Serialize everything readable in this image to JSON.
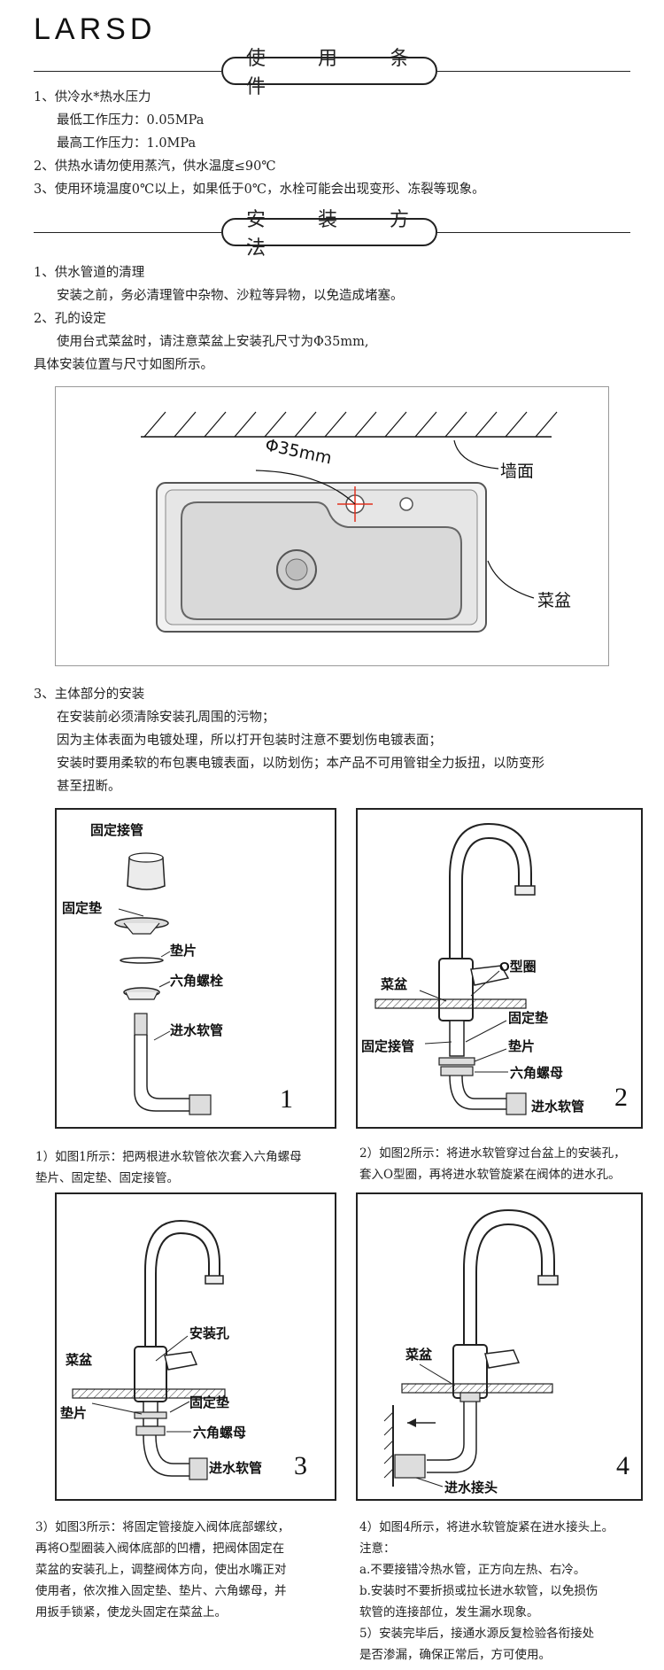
{
  "brand": "LARSD",
  "section1": {
    "title": "使 用 条 件",
    "lines": [
      "1、供冷水*热水压力",
      "最低工作压力：0.05MPa",
      "最高工作压力：1.0MPa",
      "2、供热水请勿使用蒸汽，供水温度≤90℃",
      "3、使用环境温度0℃以上，如果低于0℃，水栓可能会出现变形、冻裂等现象。"
    ]
  },
  "section2": {
    "title": "安 装 方 法",
    "lines": [
      "1、供水管道的清理",
      "安装之前，务必清理管中杂物、沙粒等异物，以免造成堵塞。",
      "2、孔的设定",
      "使用台式菜盆时，请注意菜盆上安装孔尺寸为Φ35mm,",
      "具体安装位置与尺寸如图所示。"
    ]
  },
  "sink_diagram": {
    "hole_label": "Φ35mm",
    "wall_label": "墙面",
    "basin_label": "菜盆"
  },
  "section3": {
    "lines": [
      "3、主体部分的安装",
      "在安装前必须清除安装孔周围的污物；",
      "因为主体表面为电镀处理，所以打开包装时注意不要划伤电镀表面；",
      "安装时要用柔软的布包裹电镀表面，以防划伤；本产品不可用管钳全力扳扭，以防变形",
      "甚至扭断。"
    ]
  },
  "fig1": {
    "number": "1",
    "labels": [
      "固定接管",
      "固定垫",
      "垫片",
      "六角螺栓",
      "进水软管"
    ],
    "caption": [
      "1）如图1所示：把两根进水软管依次套入六角螺母",
      "垫片、固定垫、固定接管。"
    ]
  },
  "fig2": {
    "number": "2",
    "labels": [
      "菜盆",
      "O型圈",
      "固定垫",
      "固定接管",
      "垫片",
      "六角螺母",
      "进水软管"
    ],
    "caption": [
      "2）如图2所示：将进水软管穿过台盆上的安装孔，",
      "套入O型圈，再将进水软管旋紧在阀体的进水孔。"
    ]
  },
  "fig3": {
    "number": "3",
    "labels": [
      "菜盆",
      "安装孔",
      "垫片",
      "固定垫",
      "六角螺母",
      "进水软管"
    ],
    "caption": [
      "3）如图3所示：将固定管接旋入阀体底部螺纹，",
      "再将O型圈装入阀体底部的凹槽，把阀体固定在",
      "菜盆的安装孔上，调整阀体方向，使出水嘴正对",
      "使用者，依次推入固定垫、垫片、六角螺母，并",
      "用扳手锁紧，使龙头固定在菜盆上。"
    ]
  },
  "fig4": {
    "number": "4",
    "labels": [
      "菜盆",
      "进水接头"
    ],
    "caption": [
      "4）如图4所示，将进水软管旋紧在进水接头上。",
      "注意：",
      "a.不要接错冷热水管，正方向左热、右冷。",
      "b.安装时不要折损或拉长进水软管，以免损伤",
      "软管的连接部位，发生漏水现象。",
      "5）安装完毕后，接通水源反复检验各衔接处",
      "是否渗漏，确保正常后，方可使用。"
    ]
  }
}
